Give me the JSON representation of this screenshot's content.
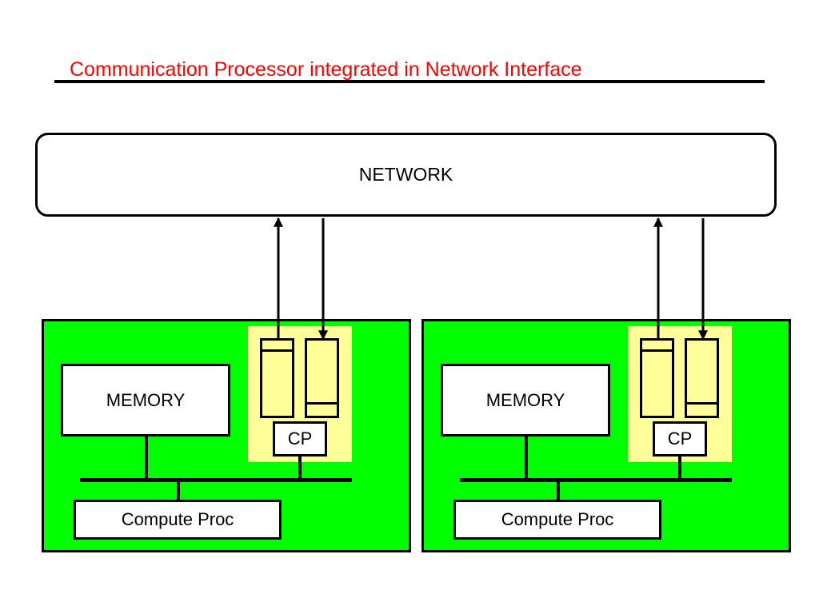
{
  "title": "Communication Processor integrated in Network Interface",
  "network": {
    "label": "NETWORK"
  },
  "nodes": [
    {
      "memory": "MEMORY",
      "cp": "CP",
      "compute": "Compute Proc"
    },
    {
      "memory": "MEMORY",
      "cp": "CP",
      "compute": "Compute Proc"
    }
  ],
  "colors": {
    "title": "#ff0000",
    "node_fill": "#00ff00",
    "interface_fill": "#ffff99",
    "stroke": "#000000"
  }
}
